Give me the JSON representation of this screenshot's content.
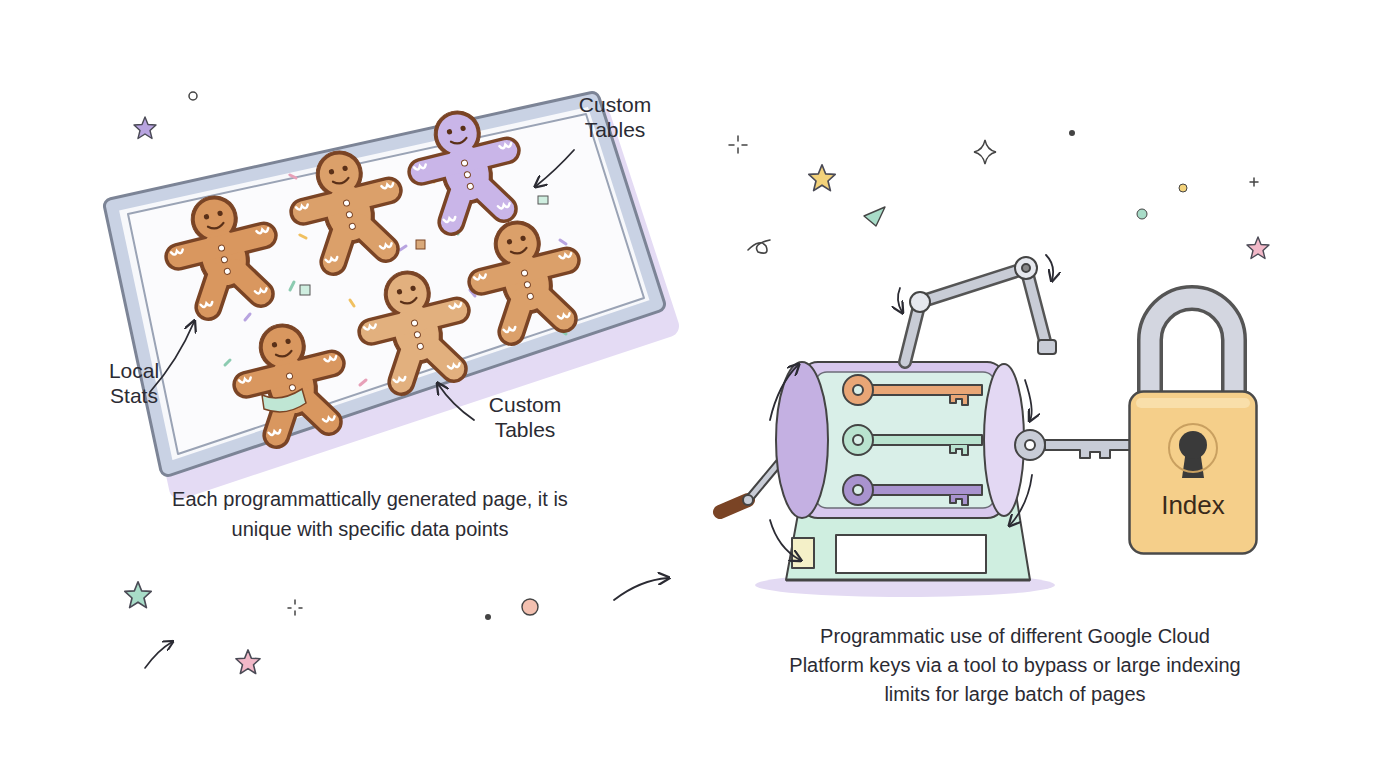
{
  "diagram": {
    "nodes": [
      {
        "text": [
          "Index"
        ]
      }
    ],
    "labels": [
      "Custom Tables",
      "Local Stats",
      "Custom Tables",
      "Each programmattically generated page, it is unique with specific data points",
      "Programmatic use of different Google Cloud Platform keys via a tool to bypass or large indexing limits for large batch of pages"
    ]
  }
}
